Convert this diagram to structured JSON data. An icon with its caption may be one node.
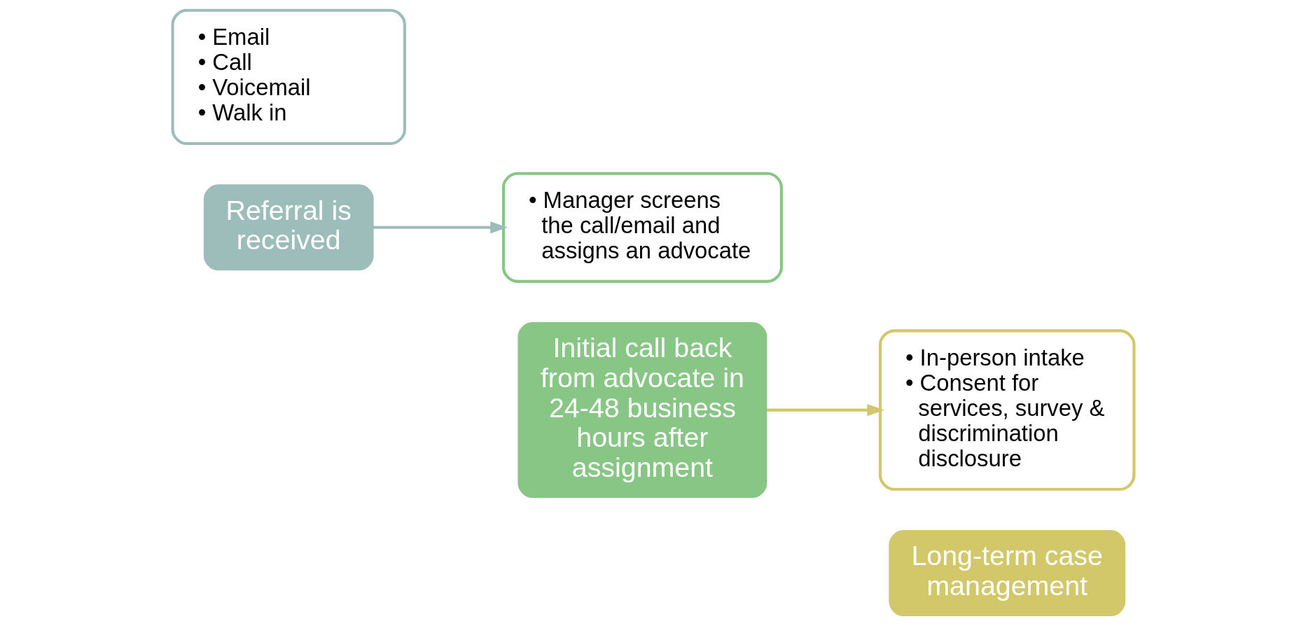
{
  "diagram": {
    "nodes": [
      {
        "text": [
          "• Email",
          "• Call",
          "• Voicemail",
          "• Walk in"
        ]
      },
      {
        "text": [
          "Referral is received"
        ]
      },
      {
        "text": [
          "• Manager screens the call/email and assigns an advocate"
        ]
      },
      {
        "text": [
          "Initial call back from advocate in 24-48 business hours after assignment"
        ]
      },
      {
        "text": [
          "• In-person intake",
          "• Consent for services, survey & discrimination disclosure"
        ]
      },
      {
        "text": [
          "Long-term case management"
        ]
      }
    ],
    "edges": [
      {
        "from": 1,
        "to": 2,
        "arrow": "to",
        "color": "#9dbdba"
      },
      {
        "from": 3,
        "to": 4,
        "arrow": "to",
        "color": "#d2c86a"
      }
    ]
  }
}
